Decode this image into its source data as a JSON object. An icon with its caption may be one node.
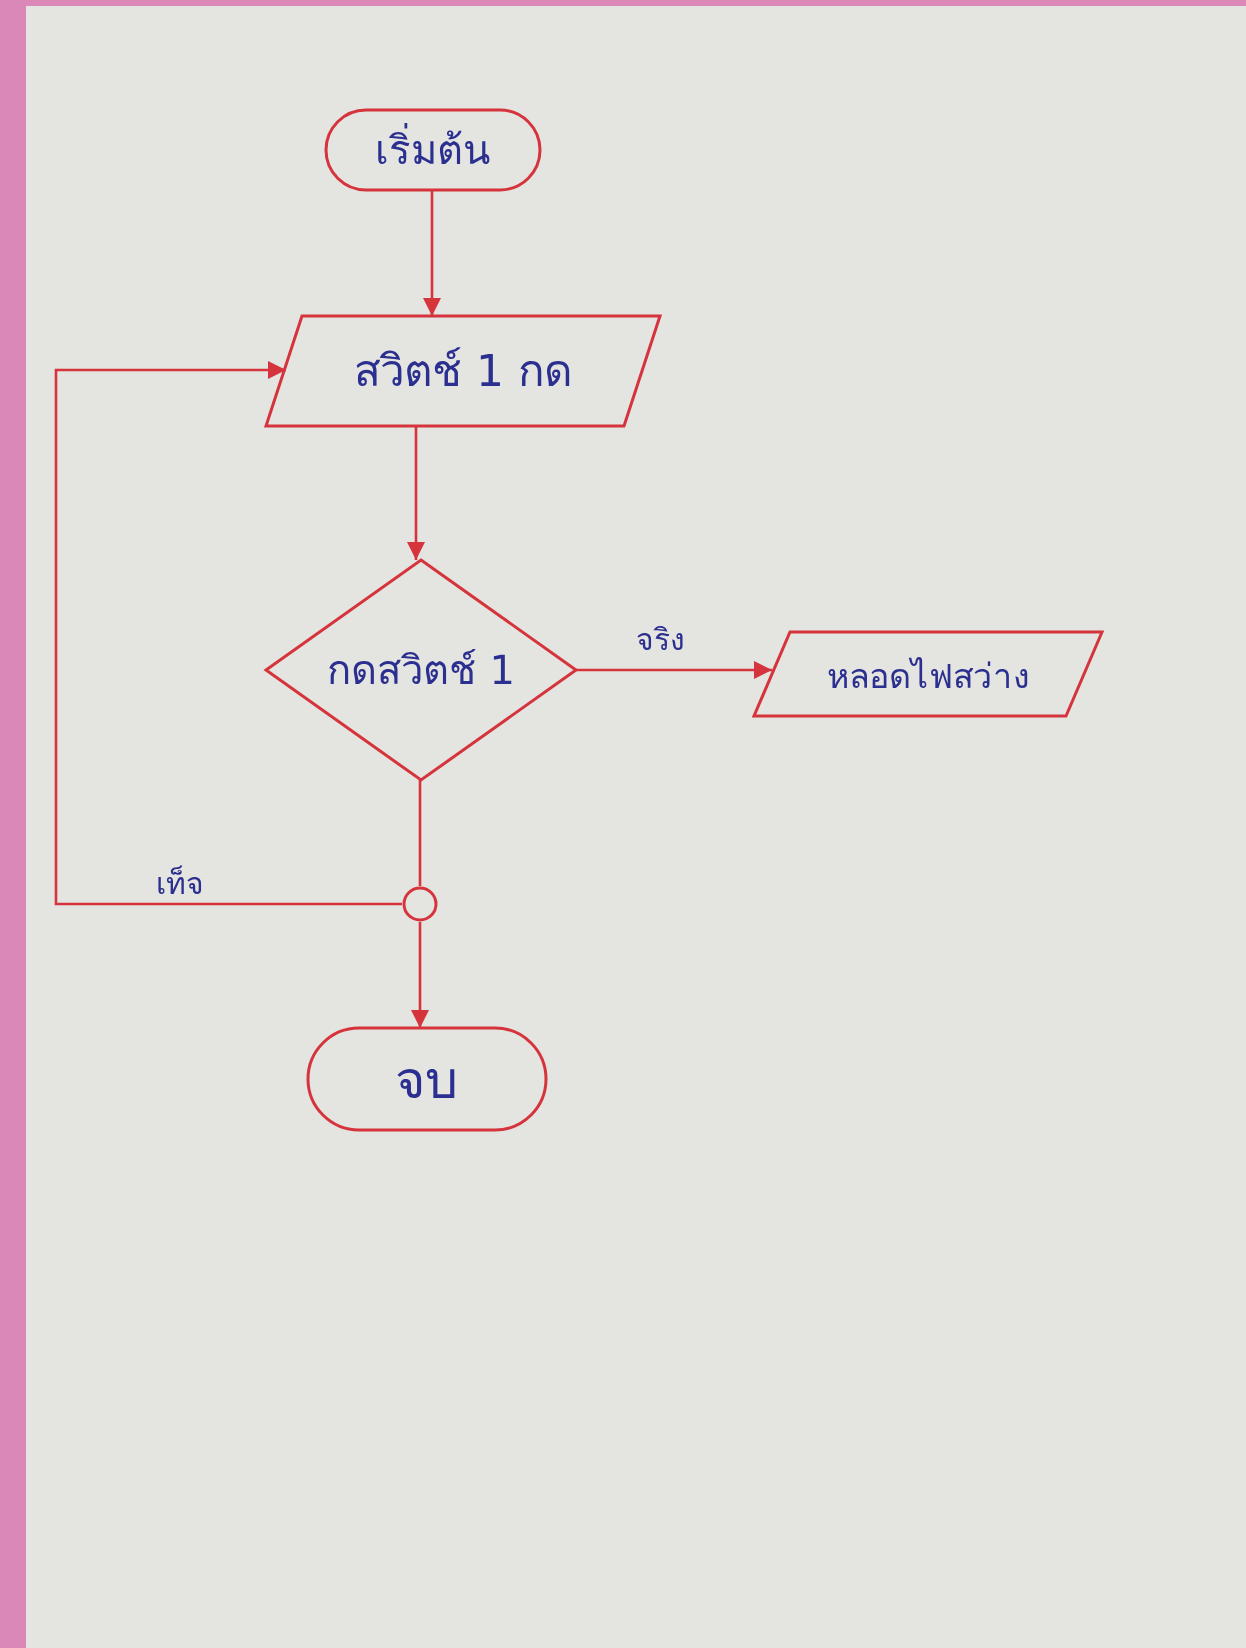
{
  "diagram": {
    "nodes": [
      {
        "text": [
          "เริ่มต้น"
        ]
      },
      {
        "text": [
          "สวิตช์ 1 กด"
        ]
      },
      {
        "text": [
          "กดสวิตช์ 1"
        ]
      },
      {
        "text": [
          "หลอดไฟสว่าง"
        ]
      },
      {
        "text": [],
        "shape": "circle"
      },
      {
        "text": [
          "จบ"
        ]
      }
    ],
    "edges": [
      {
        "from": 0,
        "to": 1,
        "arrow": "to"
      },
      {
        "from": 1,
        "to": 2,
        "arrow": "to"
      },
      {
        "from": 2,
        "to": 3,
        "arrow": "to",
        "label": "จริง"
      },
      {
        "from": 2,
        "to": 4,
        "arrow": "none"
      },
      {
        "from": 4,
        "to": 1,
        "arrow": "to",
        "label": "เท็จ"
      },
      {
        "from": 4,
        "to": 5,
        "arrow": "to"
      }
    ]
  }
}
